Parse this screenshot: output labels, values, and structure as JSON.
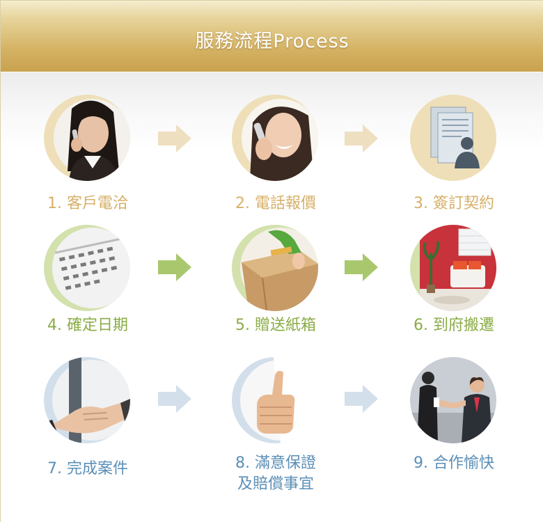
{
  "header": {
    "title": "服務流程Process"
  },
  "colors": {
    "header_gold": "#d4b263",
    "row1_accent": "#d7b068",
    "row2_accent": "#8aac45",
    "row3_accent": "#5b8fb6",
    "row1_ring": "#eedfb8",
    "row2_ring": "#d3e1ad",
    "row3_ring": "#d2dfea",
    "row1_arrow": "#eedfc0",
    "row2_arrow": "#a9c86e",
    "row3_arrow": "#d3dfea"
  },
  "steps": [
    {
      "label": "1. 客戶電洽",
      "image": "woman-on-phone-photo"
    },
    {
      "label": "2. 電話報價",
      "image": "smiling-woman-phone-photo"
    },
    {
      "label": "3. 簽訂契約",
      "image": "contract-documents-icon"
    },
    {
      "label": "4. 確定日期",
      "image": "calendar-photo"
    },
    {
      "label": "5. 贈送紙箱",
      "image": "cardboard-box-photo"
    },
    {
      "label": "6. 到府搬遷",
      "image": "living-room-photo"
    },
    {
      "label": "7. 完成案件",
      "image": "handshake-photo"
    },
    {
      "label": "8. 滿意保證",
      "label_line2": "及賠償事宜",
      "image": "thumbs-up-photo"
    },
    {
      "label": "9. 合作愉快",
      "image": "business-handshake-photo"
    }
  ]
}
